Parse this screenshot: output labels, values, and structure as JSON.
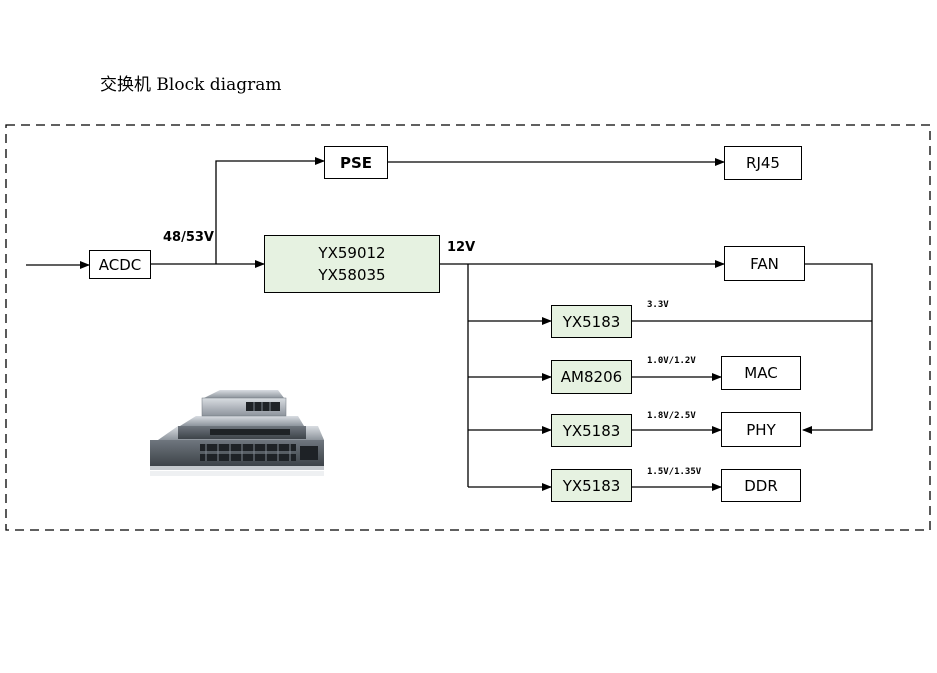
{
  "title": "交换机 Block diagram",
  "blocks": {
    "acdc": "ACDC",
    "pse": "PSE",
    "rj45": "RJ45",
    "main_chip_line1": "YX59012",
    "main_chip_line2": "YX58035",
    "fan": "FAN",
    "reg1": "YX5183",
    "reg2": "AM8206",
    "reg3": "YX5183",
    "reg4": "YX5183",
    "mac": "MAC",
    "phy": "PHY",
    "ddr": "DDR"
  },
  "voltages": {
    "input": "48/53V",
    "bus": "12V",
    "v1": "3.3V",
    "v2": "1.0V/1.2V",
    "v3": "1.8V/2.5V",
    "v4": "1.5V/1.35V"
  },
  "colors": {
    "chip_fill": "#e6f2e1",
    "line": "#000000"
  },
  "icons": {
    "product_image": "network-switch-stack-image"
  }
}
